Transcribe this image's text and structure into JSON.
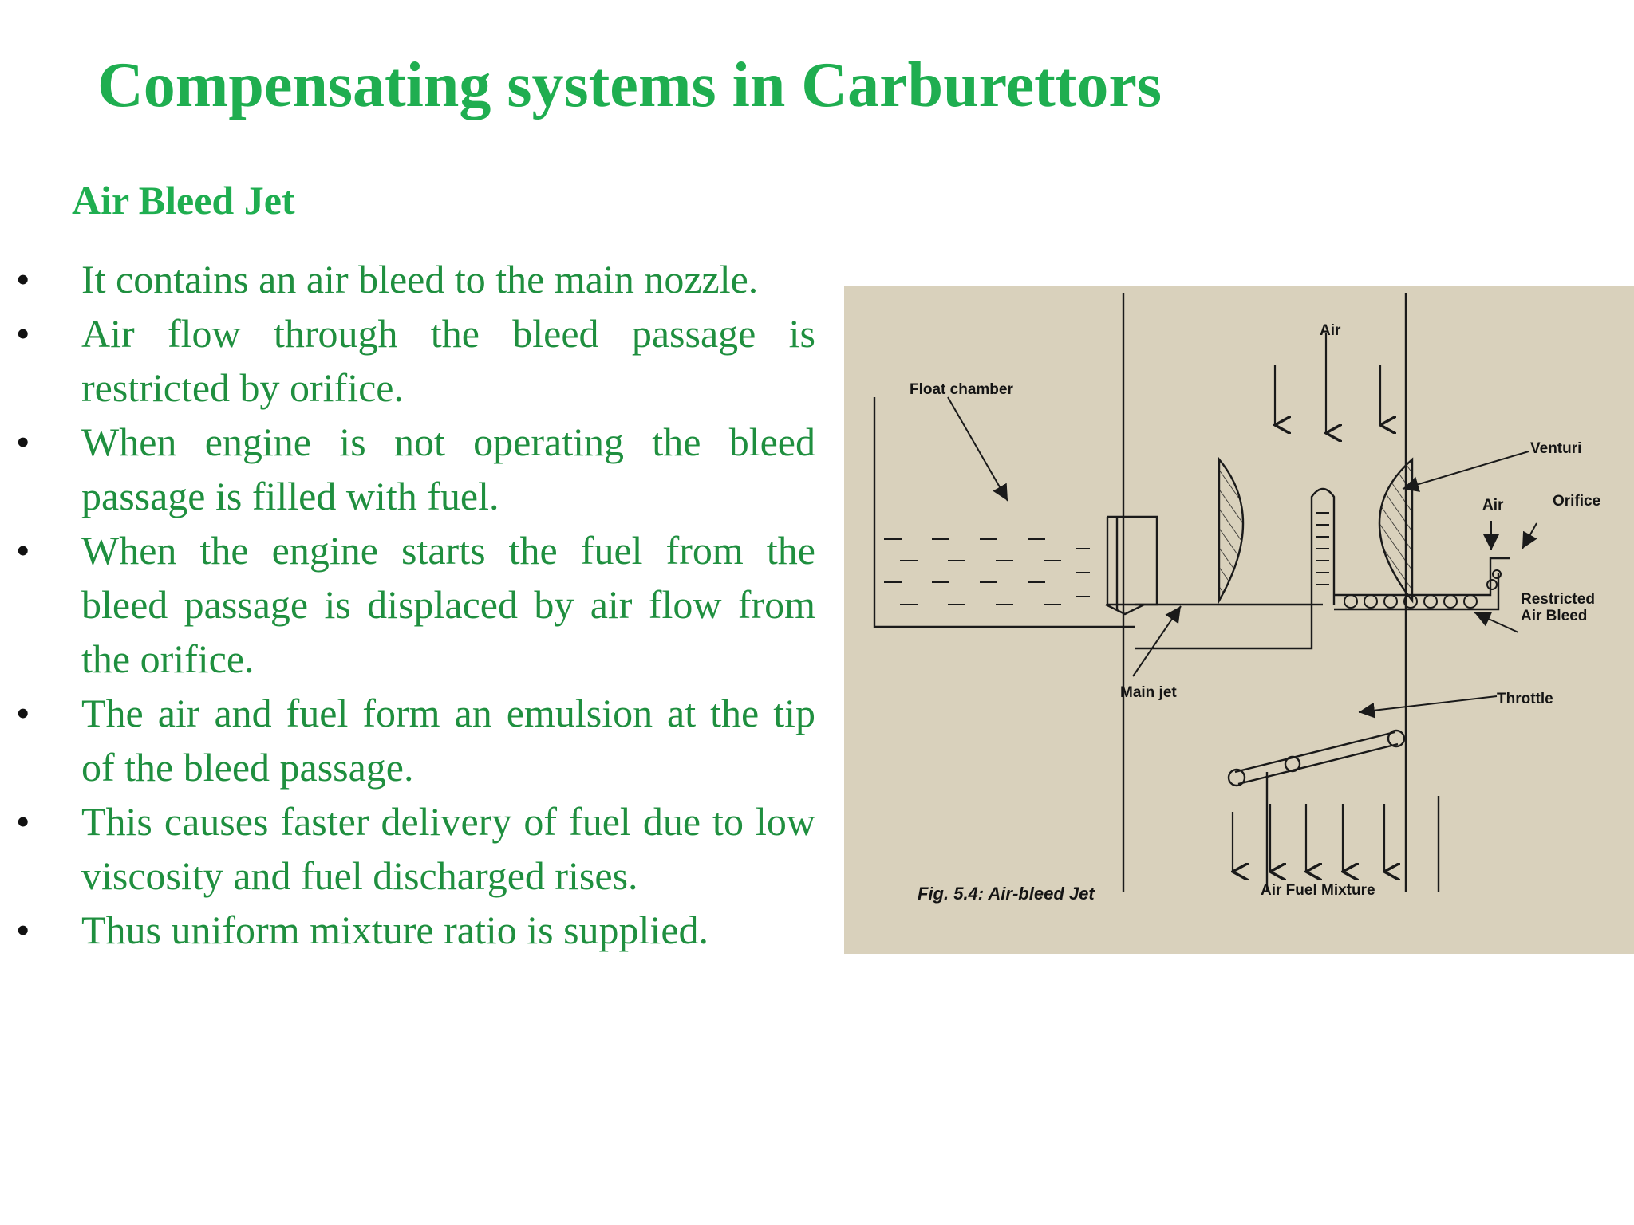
{
  "slide": {
    "title": "Compensating systems in Carburettors",
    "subtitle": "Air Bleed Jet",
    "bullets": [
      "It contains an air bleed to the main nozzle.",
      "Air flow through the bleed passage is restricted by orifice.",
      "When engine is not operating the bleed passage is filled with fuel.",
      "When the engine starts the fuel from the bleed passage is displaced by air flow from the orifice.",
      "The air and fuel form an emulsion at the tip of the bleed passage.",
      "This causes faster delivery of fuel due to low viscosity and fuel discharged rises.",
      "Thus uniform mixture ratio is supplied."
    ],
    "bullet_glyph": "•"
  },
  "figure": {
    "labels": {
      "air_top": "Air",
      "float_chamber": "Float chamber",
      "venturi": "Venturi",
      "air_side": "Air",
      "orifice": "Orifice",
      "restricted_air_bleed": "Restricted Air Bleed",
      "main_jet": "Main jet",
      "throttle": "Throttle",
      "air_fuel_mixture": "Air Fuel Mixture",
      "caption": "Fig. 5.4: Air-bleed Jet"
    }
  },
  "colors": {
    "title": "#1fae50",
    "body_text": "#1f8f3f",
    "figure_bg": "#d9d1bc"
  }
}
